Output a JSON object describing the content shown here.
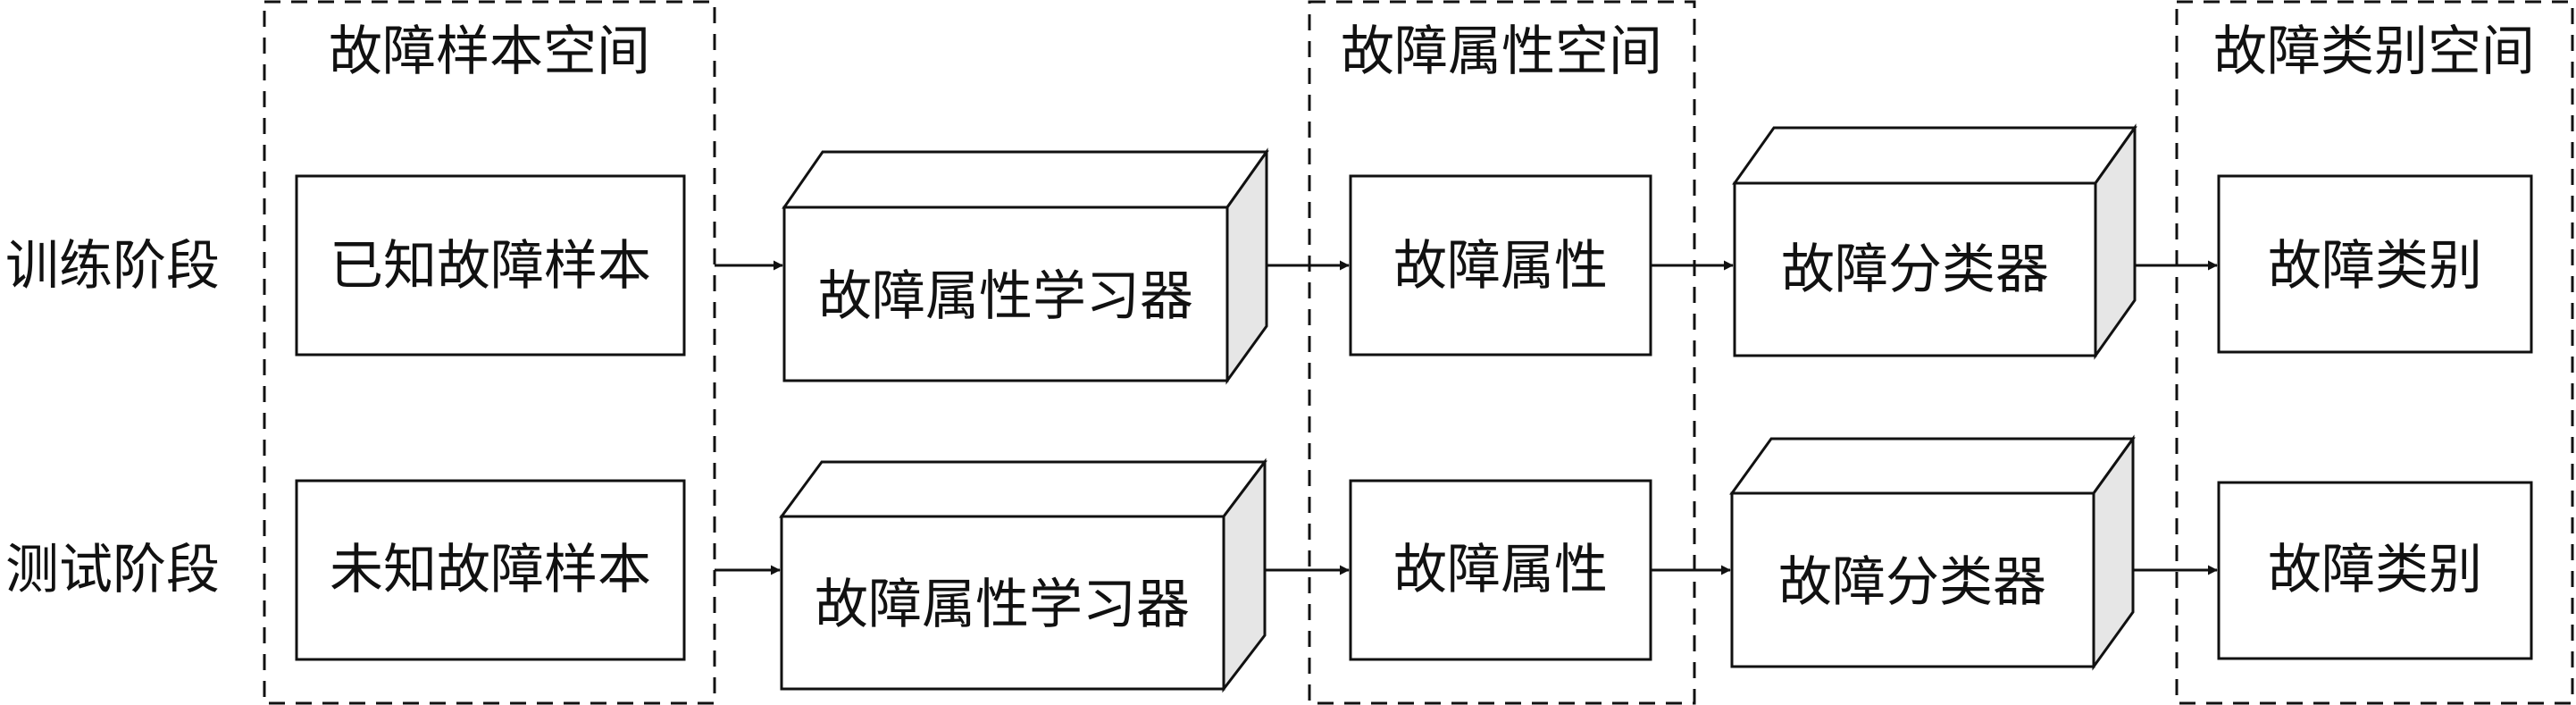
{
  "stages": {
    "train": "训练阶段",
    "test": "测试阶段"
  },
  "spaces": {
    "sample": "故障样本空间",
    "attribute": "故障属性空间",
    "category": "故障类别空间"
  },
  "train_row": {
    "sample": "已知故障样本",
    "learner": "故障属性学习器",
    "attribute": "故障属性",
    "classifier": "故障分类器",
    "category": "故障类别"
  },
  "test_row": {
    "sample": "未知故障样本",
    "learner": "故障属性学习器",
    "attribute": "故障属性",
    "classifier": "故障分类器",
    "category": "故障类别"
  },
  "colors": {
    "stroke": "#111111",
    "box_side": "#e6e6e6",
    "background": "#ffffff"
  }
}
